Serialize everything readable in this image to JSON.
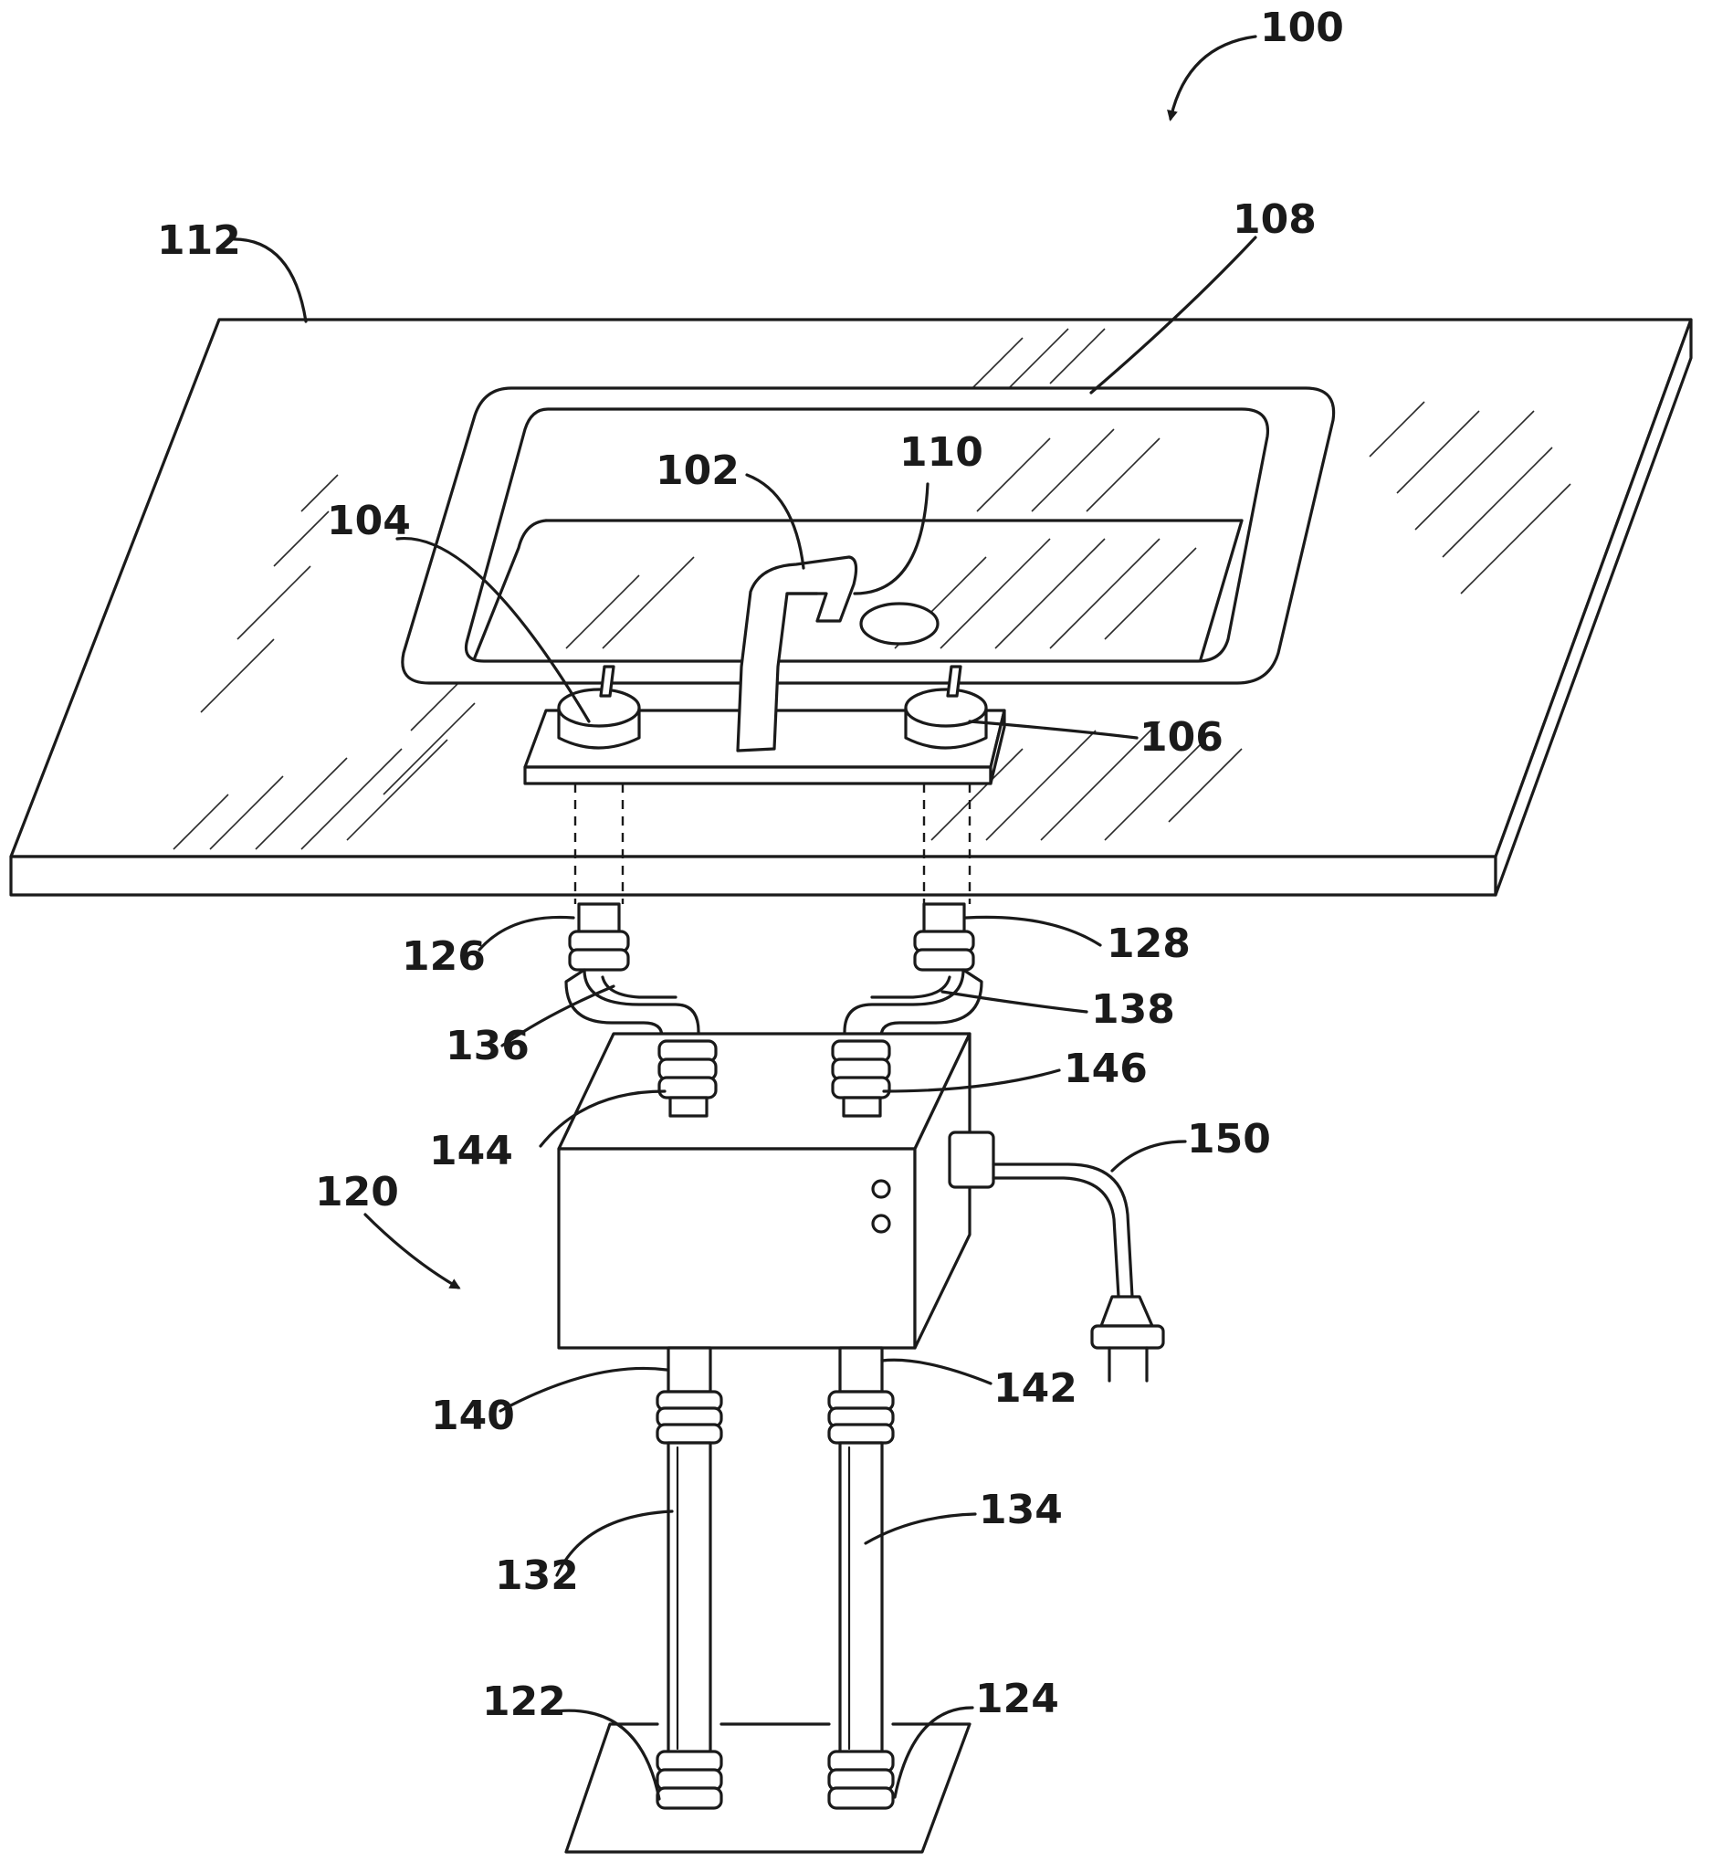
{
  "labels": {
    "system": "100",
    "faucet": "102",
    "left_handle": "104",
    "right_handle": "106",
    "sink_basin": "108",
    "faucet_spout": "110",
    "countertop": "112",
    "heater_unit": "120",
    "left_floor_connection": "122",
    "right_floor_connection": "124",
    "left_faucet_inlet": "126",
    "right_faucet_inlet": "128",
    "left_supply_line": "132",
    "right_supply_line": "134",
    "left_riser_bend": "136",
    "right_riser_bend": "138",
    "unit_inlet_left": "140",
    "unit_inlet_right": "142",
    "unit_outlet_left": "144",
    "unit_outlet_right": "146",
    "power_cord": "150"
  }
}
